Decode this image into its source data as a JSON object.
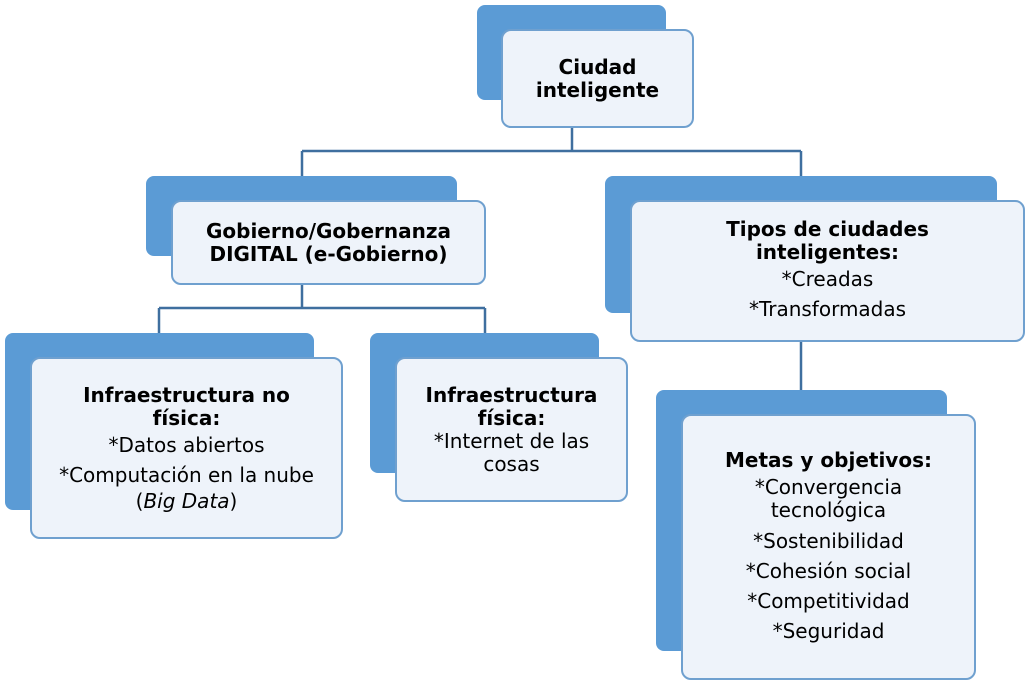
{
  "colors": {
    "back_box": "#5b9bd5",
    "front_box_fill": "#eef3fa",
    "front_box_border": "#6fa0cf",
    "connector": "#3f6f9f"
  },
  "nodes": {
    "root": {
      "title_lines": [
        "Ciudad",
        "inteligente"
      ]
    },
    "gobierno": {
      "title_lines": [
        "Gobierno/Gobernanza",
        "DIGITAL (e-Gobierno)"
      ]
    },
    "tipos": {
      "title_lines": [
        "Tipos de ciudades",
        "inteligentes:"
      ],
      "items": [
        "*Creadas",
        "*Transformadas"
      ]
    },
    "infra_no_fisica": {
      "title_lines": [
        "Infraestructura no",
        "física:"
      ],
      "items": [
        "*Datos abiertos",
        "*Computación en la nube"
      ],
      "note_open": "(",
      "note_italic": "Big Data",
      "note_close": ")"
    },
    "infra_fisica": {
      "title_lines": [
        "Infraestructura",
        "física:"
      ],
      "item_lines": [
        "*Internet de las",
        "cosas"
      ]
    },
    "metas": {
      "title": "Metas y objetivos:",
      "first_item_lines": [
        "*Convergencia",
        "tecnológica"
      ],
      "items": [
        "*Sostenibilidad",
        "*Cohesión social",
        "*Competitividad",
        "*Seguridad"
      ]
    }
  }
}
